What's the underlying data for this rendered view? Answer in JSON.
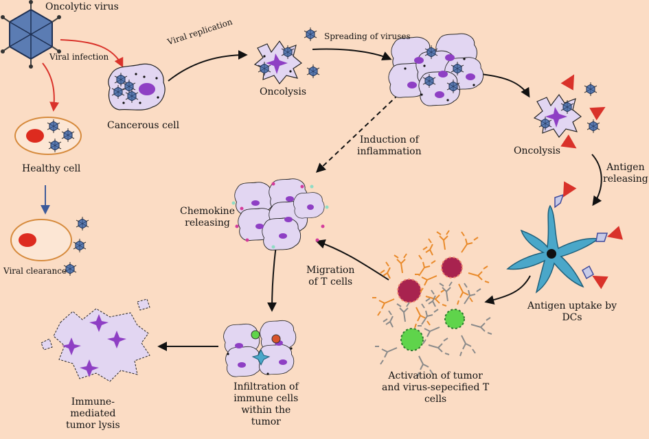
{
  "labels": {
    "oncolytic_virus": "Oncolytic virus",
    "viral_infection": "Viral infection",
    "healthy_cell": "Healthy cell",
    "viral_clearance": "Viral clearance",
    "cancerous_cell": "Cancerous cell",
    "viral_replication": "Viral replication",
    "oncolysis_1": "Oncolysis",
    "spreading_of_viruses": "Spreading of viruses",
    "induction_of_inflammation": [
      "Induction of",
      "inflammation"
    ],
    "oncolysis_2": "Oncolysis",
    "antigen_releasing": [
      "Antigen",
      "releasing"
    ],
    "chemokine_releasing": [
      "Chemokine",
      "releasing"
    ],
    "antigen_uptake": [
      "Antigen uptake by",
      "DCs"
    ],
    "migration_t_cells": [
      "Migration",
      "of T cells"
    ],
    "activation_t_cells": [
      "Activation of tumor",
      "and virus-sepecified T",
      "cells"
    ],
    "infiltration": [
      "Infiltration of",
      "immune cells",
      "within the",
      "tumor"
    ],
    "immune_lysis": [
      "Immune-",
      "mediated",
      "tumor lysis"
    ]
  },
  "colors": {
    "background": "#fbdcc4",
    "tumor_cell": "#e2d6f2",
    "nucleus": "#8e3fc4",
    "virus": "#5b7cb3",
    "red_arrow": "#d9322a",
    "healthy_outline": "#d68a3c",
    "healthy_nucleus": "#dd2b1f",
    "dc_cell": "#4aa7c9",
    "t_cell_red": "#a8234f",
    "t_cell_green": "#5fd44b",
    "receptor_orange": "#e98a2a",
    "receptor_gray": "#8a8a8a"
  }
}
